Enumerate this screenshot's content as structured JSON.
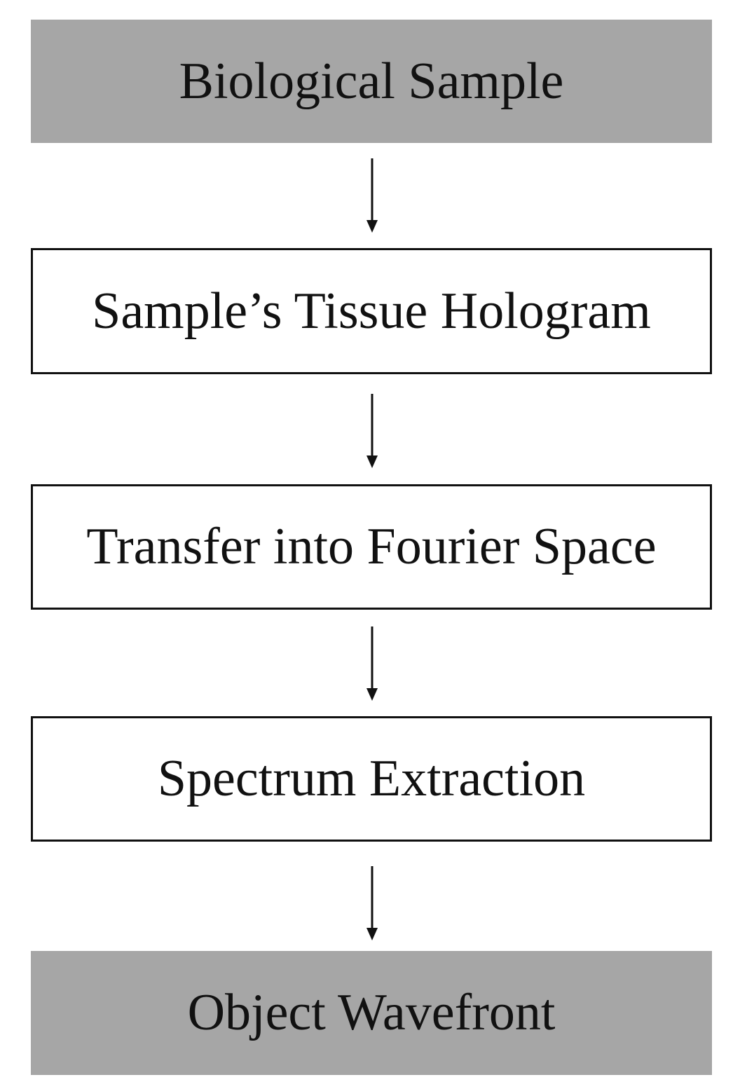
{
  "flowchart": {
    "steps": [
      {
        "label": "Biological Sample",
        "style": "filled"
      },
      {
        "label": "Sample’s Tissue Hologram",
        "style": "outlined"
      },
      {
        "label": "Transfer into Fourier Space",
        "style": "outlined"
      },
      {
        "label": "Spectrum Extraction",
        "style": "outlined"
      },
      {
        "label": "Object Wavefront",
        "style": "filled"
      }
    ],
    "colors": {
      "fill": "#a6a6a6",
      "border": "#111111",
      "text": "#111111",
      "arrow": "#111111"
    }
  }
}
